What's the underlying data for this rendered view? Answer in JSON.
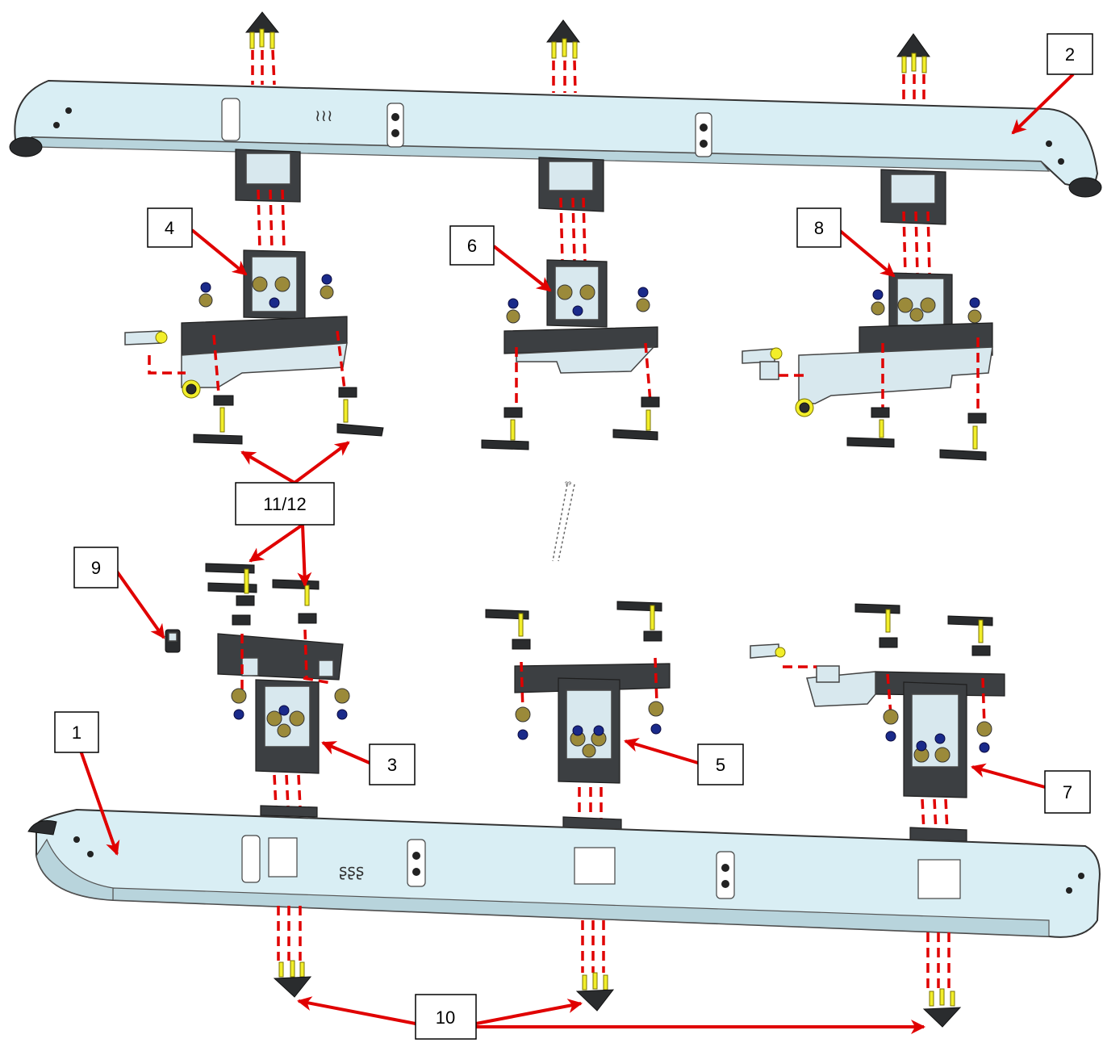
{
  "callouts": {
    "c1": "1",
    "c2": "2",
    "c3": "3",
    "c4": "4",
    "c5": "5",
    "c6": "6",
    "c7": "7",
    "c8": "8",
    "c9": "9",
    "c10": "10",
    "c11_12": "11/12"
  },
  "colors": {
    "arrow": "#e00000",
    "bar": "#d9eef4",
    "bracket": "#3c3f42",
    "bolt_yellow": "#f2ee2a",
    "bolt_blue": "#1a2a8a"
  },
  "icons": {
    "bolt": "bolt-icon",
    "nut": "nut-icon",
    "washer": "washer-icon",
    "end-cap": "end-cap-icon"
  }
}
